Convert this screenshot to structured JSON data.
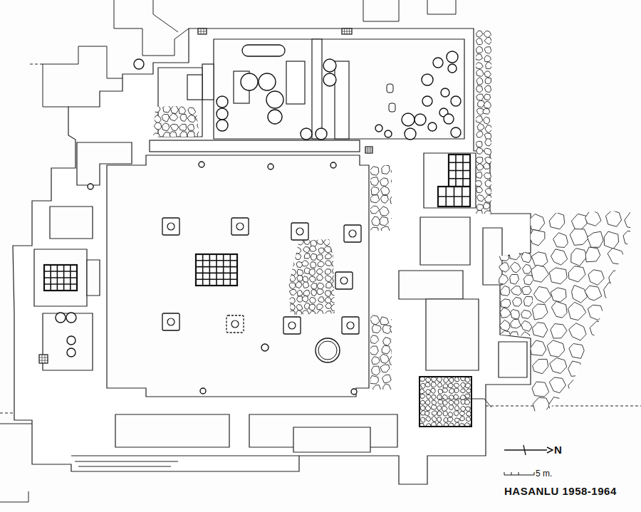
{
  "diagram": {
    "caption": "HASANLU 1958-1964",
    "labels": [
      "N",
      "5 m."
    ]
  }
}
